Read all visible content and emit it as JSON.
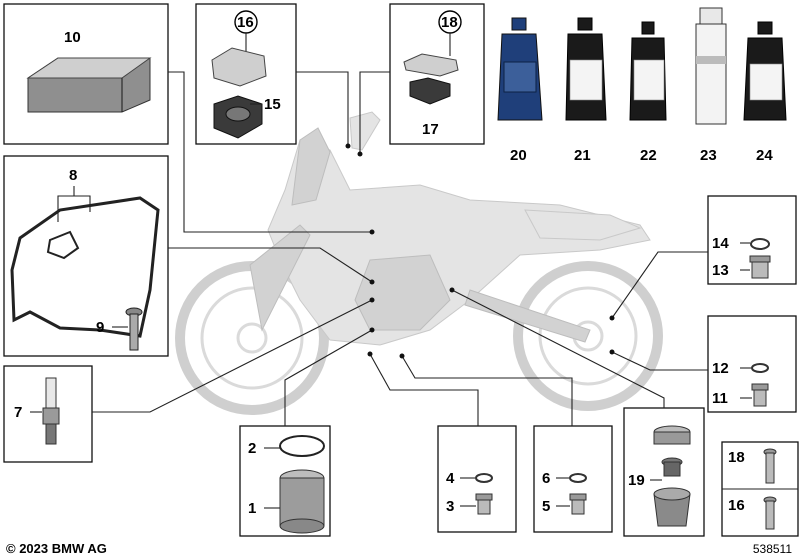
{
  "copyright": "© 2023 BMW AG",
  "document_number": "538511",
  "callouts": {
    "c1": "1",
    "c2": "2",
    "c3": "3",
    "c4": "4",
    "c5": "5",
    "c6": "6",
    "c7": "7",
    "c8": "8",
    "c9": "9",
    "c10": "10",
    "c11": "11",
    "c12": "12",
    "c13": "13",
    "c14": "14",
    "c15": "15",
    "c16": "16",
    "c17": "17",
    "c18": "18",
    "c19": "19",
    "c20": "20",
    "c21": "21",
    "c22": "22",
    "c23": "23",
    "c24": "24"
  },
  "colors": {
    "line": "#111111",
    "bike": "#e4e4e4",
    "bottle": "#1a1a1a",
    "oil_blue": "#1f3f7a"
  }
}
